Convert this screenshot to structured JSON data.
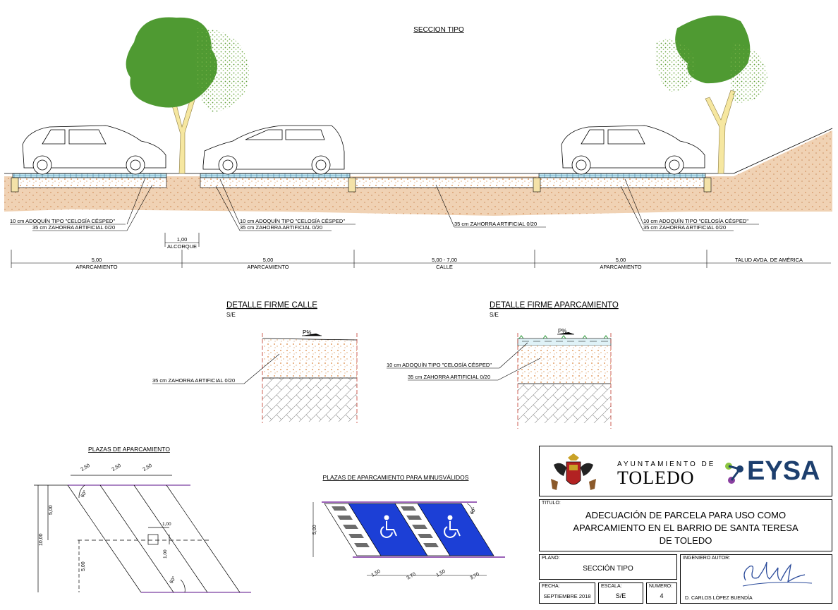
{
  "section": {
    "title": "SECCION TIPO",
    "callouts": {
      "left_adoquin": "10 cm ADOQUÍN TIPO \"CELOSÍA CÉSPED\"",
      "left_zahorra": "35 cm ZAHORRA ARTIFICIAL 0/20",
      "mid_adoquin": "10 cm ADOQUÍN TIPO \"CELOSÍA CÉSPED\"",
      "mid_zahorra": "35 cm ZAHORRA ARTIFICIAL 0/20",
      "road_zahorra": "35 cm ZAHORRA ARTIFICIAL 0/20",
      "right_adoquin": "10 cm ADOQUÍN TIPO \"CELOSÍA CÉSPED\"",
      "right_zahorra": "35 cm ZAHORRA ARTIFICIAL 0/20"
    },
    "alcorque": {
      "value": "1,00",
      "label": "ALCORQUE"
    },
    "dimensions": [
      {
        "value": "5,00",
        "label": "APARCAMIENTO"
      },
      {
        "value": "5,00",
        "label": "APARCAMIENTO"
      },
      {
        "value": "5,00 - 7,00",
        "label": "CALLE"
      },
      {
        "value": "5,00",
        "label": "APARCAMIENTO"
      },
      {
        "value": "",
        "label": "TALUD AVDA. DE AMÉRICA"
      }
    ]
  },
  "detail_calle": {
    "title": "DETALLE FIRME CALLE",
    "scale": "S/E",
    "slope": "P%",
    "layer": "35 cm ZAHORRA ARTIFICIAL 0/20"
  },
  "detail_aparcamiento": {
    "title": "DETALLE FIRME APARCAMIENTO",
    "scale": "S/E",
    "slope": "P%",
    "layer_adoquin": "10 cm ADOQUÍN TIPO \"CELOSÍA CÉSPED\"",
    "layer_zahorra": "35 cm ZAHORRA ARTIFICIAL 0/20"
  },
  "plazas": {
    "title": "PLAZAS DE APARCAMIENTO",
    "widths": [
      "2,50",
      "2,50",
      "2,50"
    ],
    "angle_top": "60°",
    "angle_bottom": "60°",
    "length": "5,00",
    "total": "10,00",
    "lower": "5,00",
    "square_w": "1,00",
    "square_h": "1,00"
  },
  "minusvalidos": {
    "title": "PLAZAS DE APARCAMIENTO PARA MINUSVÁLIDOS",
    "height": "5,00",
    "angle": "60°",
    "dims": [
      "1,50",
      "3,70",
      "1,50",
      "3,70"
    ],
    "colors": {
      "bay": "#1c3fd6",
      "band": "#7a2ea0"
    }
  },
  "title_block": {
    "logo_name_top": "AYUNTAMIENTO DE",
    "logo_name_main": "TOLEDO",
    "eysa": "EYSA",
    "titulo_label": "TITULO:",
    "titulo_lines": [
      "ADECUACIÓN DE PARCELA PARA USO COMO",
      "APARCAMIENTO EN EL BARRIO DE SANTA TERESA",
      "DE TOLEDO"
    ],
    "plano_label": "PLANO:",
    "plano_value": "SECCIÓN TIPO",
    "ingeniero_label": "INGENIERO AUTOR:",
    "ingeniero_name": "D. CARLOS LÓPEZ BUENDÍA",
    "fecha_label": "FECHA:",
    "fecha_value": "SEPTIEMBRE 2018",
    "escala_label": "ESCALA:",
    "escala_value": "S/E",
    "numero_label": "NUMERO:",
    "numero_value": "4",
    "colors": {
      "eysa": "#1d3f6e",
      "eysa_green": "#8cc63f",
      "eysa_purple": "#8a3fa0"
    }
  }
}
